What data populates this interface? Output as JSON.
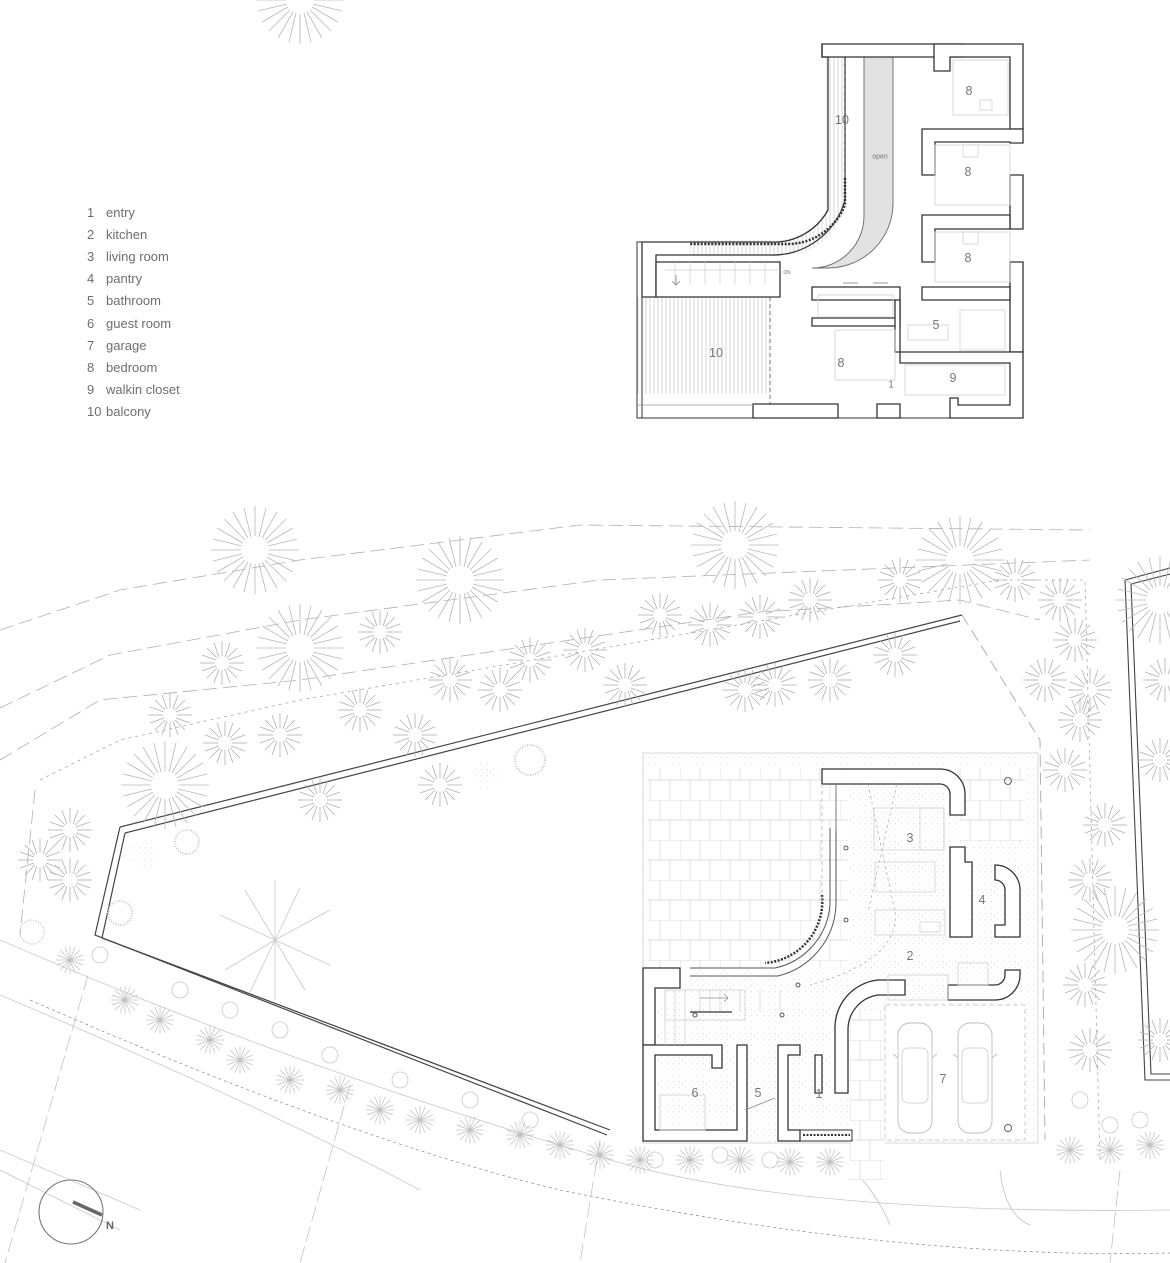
{
  "legend": {
    "items": [
      {
        "num": "1",
        "label": "entry"
      },
      {
        "num": "2",
        "label": "kitchen"
      },
      {
        "num": "3",
        "label": "living room"
      },
      {
        "num": "4",
        "label": "pantry"
      },
      {
        "num": "5",
        "label": "bathroom"
      },
      {
        "num": "6",
        "label": "guest room"
      },
      {
        "num": "7",
        "label": "garage"
      },
      {
        "num": "8",
        "label": "bedroom"
      },
      {
        "num": "9",
        "label": "walkin closet"
      },
      {
        "num": "10",
        "label": "balcony"
      }
    ]
  },
  "upper_floor": {
    "labels": {
      "balcony_top": "10",
      "open": "open",
      "bedroom_a": "8",
      "bedroom_b": "8",
      "bedroom_c": "8",
      "stair_dn": "DN",
      "balcony_left": "10",
      "master_bedroom": "8",
      "bathroom": "5",
      "walkin_closet": "9",
      "entry_mark": "1"
    }
  },
  "ground_floor": {
    "labels": {
      "living_room": "3",
      "pantry": "4",
      "kitchen": "2",
      "garage": "7",
      "guest_room": "6",
      "bathroom": "5",
      "entry": "1"
    }
  },
  "north_arrow": {
    "label": "N"
  },
  "colors": {
    "wall": "#3a3a3a",
    "line": "#9a9a9a",
    "tree": "#b5b5b5",
    "text": "#6e6e6e"
  }
}
